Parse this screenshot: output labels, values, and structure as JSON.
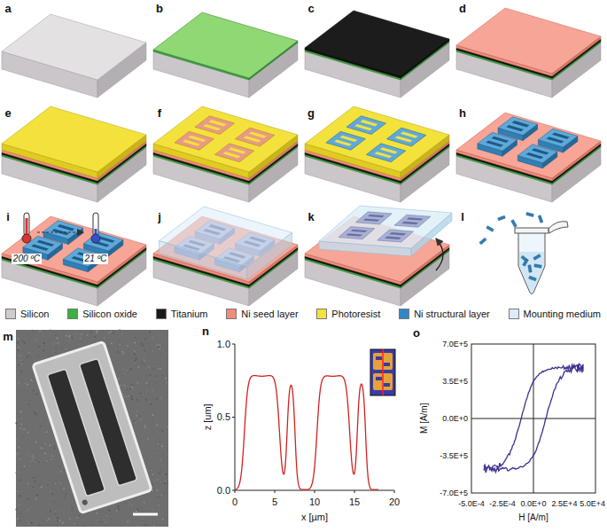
{
  "diagram": {
    "labels": [
      "a",
      "b",
      "c",
      "d",
      "e",
      "f",
      "g",
      "h",
      "i",
      "j",
      "k",
      "l",
      "m",
      "n",
      "o",
      "200 ºC",
      "21 ºC",
      "0.0",
      "0.5",
      "1.0",
      "z [um]",
      "0",
      "5",
      "10",
      "15",
      "20",
      "x [µm]",
      "7.0E+5",
      "3.5E+5",
      "0.0E+0",
      "-3.5E+5",
      "-7.0E+5",
      "M [A/m]",
      "-5.0E-4",
      "-2.5E-4",
      "0.0E+0",
      "2.5E+4",
      "5.0E+4",
      "H [A/m]"
    ],
    "legend": [
      {
        "text": "Silicon",
        "color": "#cfcbce"
      },
      {
        "text": "Silicon oxide",
        "color": "#3cb043"
      },
      {
        "text": "Titanium",
        "color": "#1a1a1a"
      },
      {
        "text": "Ni seed layer",
        "color": "#f28b7d"
      },
      {
        "text": "Photoresist",
        "color": "#f5e23a"
      },
      {
        "text": "Ni structural layer",
        "color": "#3088c4"
      },
      {
        "text": "Mounting medium",
        "color": "#dcecf6"
      }
    ]
  }
}
